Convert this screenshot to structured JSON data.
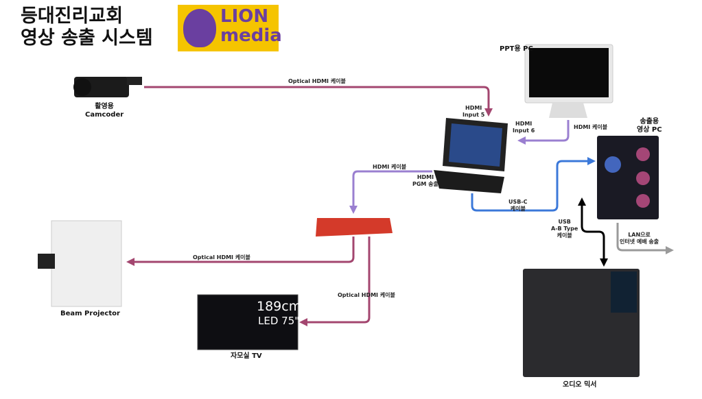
{
  "title_line1": "등대진리교회",
  "title_line2": "영상 송출 시스템",
  "logo": {
    "line1": "LION",
    "line2": "media"
  },
  "devices": {
    "camcoder": "활영용\nCamcoder",
    "camcoder_l1": "활영용",
    "camcoder_l2": "Camcoder",
    "ppt_pc": "PPT용 PC",
    "stream_pc_l1": "송출용",
    "stream_pc_l2": "영상 PC",
    "projector": "Beam Projector",
    "tv": "자모실 TV",
    "tv_size": "189cm",
    "tv_led": "LED 75\"",
    "mixer": "오디오 믹서"
  },
  "connections": {
    "cam_cable": "Optical HDMI 케이블",
    "input5_l1": "HDMI",
    "input5_l2": "Input 5",
    "input6_l1": "HDMI",
    "input6_l2": "Input 6",
    "ppt_cable": "HDMI 케이블",
    "pgm_cable": "HDMI 케이블",
    "pgm_l1": "HDMI",
    "pgm_l2": "PGM 송출",
    "usbc_l1": "USB-C",
    "usbc_l2": "케이블",
    "usbab_l1": "USB",
    "usbab_l2": "A-B Type",
    "usbab_l3": "케이블",
    "lan_l1": "LAN으로",
    "lan_l2": "인터넷 예배 송출",
    "projector_cable": "Optical HDMI 케이블",
    "tv_cable": "Optical HDMI 케이블"
  },
  "colors": {
    "optical": "#a3466f",
    "hdmi": "#9a7fd0",
    "usbc": "#3b78d9",
    "usbab": "#000000",
    "lan": "#9a9a9a"
  }
}
